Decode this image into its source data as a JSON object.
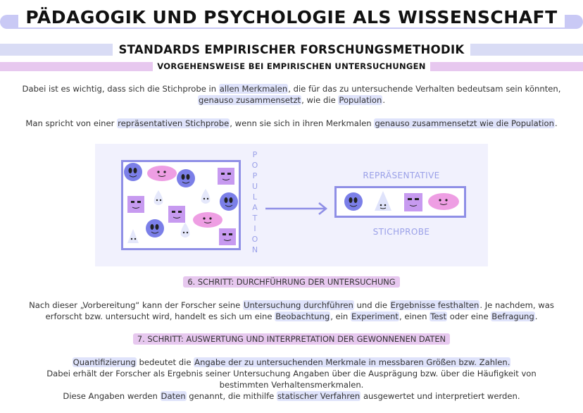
{
  "header": {
    "title": "PÄDAGOGIK UND PSYCHOLOGIE ALS WISSENSCHAFT",
    "subtitle": "STANDARDS EMPIRISCHER FORSCHUNGSMETHODIK",
    "section": "VORGEHENSWEISE BEI EMPIRISCHEN UNTERSUCHUNGEN"
  },
  "intro": {
    "p1": {
      "a": "Dabei ist es wichtig, dass sich die Stichprobe in ",
      "h1": "allen Merkmalen",
      "b": ", die für das zu untersuchende Verhalten bedeutsam sein könnten,",
      "h2": "genauso zusammensetzt",
      "c": ", wie die ",
      "h3": "Population",
      "d": "."
    },
    "p2": {
      "a": "Man spricht von einer ",
      "h1": "repräsentativen Stichprobe",
      "b": ", wenn sie sich in ihren Merkmalen ",
      "h2": "genauso zusammensetzt wie die Population",
      "c": "."
    }
  },
  "diagram": {
    "population_letters": [
      "P",
      "O",
      "P",
      "U",
      "L",
      "A",
      "T",
      "I",
      "O",
      "N"
    ],
    "rep_top": "REPRÄSENTATIVE",
    "rep_bottom": "STICHPROBE",
    "colors": {
      "blue": "#7b7fe8",
      "pink": "#ee9ee3",
      "purple": "#c79af0",
      "light": "#e5e8fb",
      "border": "#8f8fe6"
    }
  },
  "step6": {
    "label": "6.  SCHRITT:  DURCHFÜHRUNG DER UNTERSUCHUNG",
    "a": "Nach dieser „Vorbereitung“ kann der Forscher seine ",
    "h1": "Untersuchung durchführen",
    "b": " und die ",
    "h2": "Ergebnisse festhalten",
    "c": ". Je nachdem, was",
    "d": "erforscht bzw. untersucht wird, handelt es sich um eine ",
    "h3": "Beobachtung",
    "e": ", ein ",
    "h4": "Experiment",
    "f": ", einen ",
    "h5": "Test",
    "g": " oder eine ",
    "h6": "Befragung",
    "h": "."
  },
  "step7": {
    "label": "7.  SCHRITT:  AUSWERTUNG UND INTERPRETATION DER GEWONNENEN DATEN",
    "h1": "Quantifizierung",
    "a": " bedeutet die ",
    "h2": "Angabe der zu untersuchenden Merkmale in messbaren Größen bzw. Zahlen.",
    "line2": "Dabei erhält der Forscher als Ergebnis seiner Untersuchung Angaben über die Ausprägung bzw. über die Häufigkeit von",
    "line3": "bestimmten Verhaltensmerkmalen.",
    "b": "Diese Angaben werden ",
    "h3": "Daten",
    "c": " genannt, die mithilfe ",
    "h4": "statischer Verfahren",
    "d": " ausgewertet und interpretiert werden."
  }
}
